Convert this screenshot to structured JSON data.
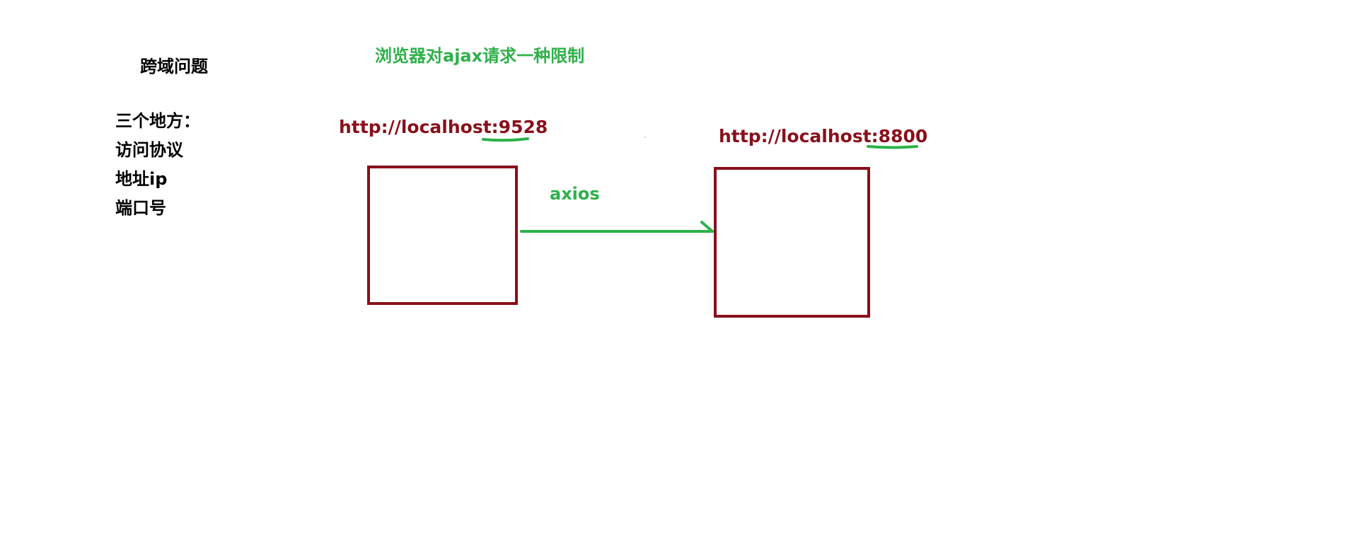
{
  "title": "跨域问题",
  "notes": {
    "heading": "三个地方：",
    "items": [
      "访问协议",
      "地址ip",
      "端口号"
    ]
  },
  "caption": "浏览器对ajax请求一种限制",
  "nodes": {
    "left": {
      "host": "http://localhost:",
      "port": "9528"
    },
    "right": {
      "host": "http://localhost:",
      "port": "8800"
    }
  },
  "edge": {
    "label": "axios"
  },
  "colors": {
    "box": "#88101a",
    "accent": "#2eb14a",
    "text": "#000000"
  }
}
